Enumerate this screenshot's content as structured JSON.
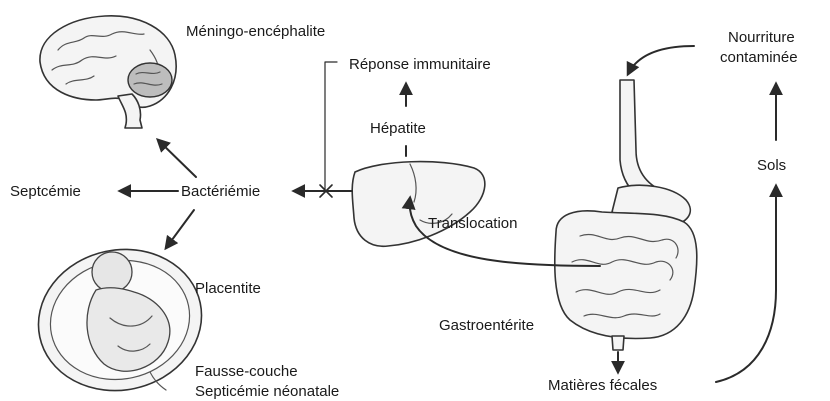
{
  "labels": {
    "meningo": "Méningo-encéphalite",
    "reponse": "Réponse immunitaire",
    "hepatite": "Hépatite",
    "nourriture_1": "Nourriture",
    "nourriture_2": "contaminée",
    "sols": "Sols",
    "septicemie": "Septcémie",
    "bacteriemie": "Bactériémie",
    "translocation": "Translocation",
    "placentite": "Placentite",
    "gastro": "Gastroentérite",
    "fausse_couche": "Fausse-couche",
    "septicemie_neonatale": "Septicémie néonatale",
    "matieres": "Matières fécales"
  },
  "colors": {
    "stroke": "#2a2a2a",
    "organ_fill": "#f4f4f4"
  }
}
